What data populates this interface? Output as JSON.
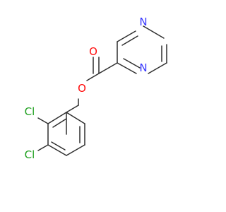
{
  "molecule": {
    "atoms": {
      "n_top": {
        "symbol": "N",
        "color": "#3939ff"
      },
      "n_ring": {
        "symbol": "N",
        "color": "#3939ff"
      },
      "o_carbonyl": {
        "symbol": "O",
        "color": "#ff0d0d"
      },
      "o_ester": {
        "symbol": "O",
        "color": "#ff0d0d"
      },
      "cl_2": {
        "symbol": "Cl",
        "color": "#1fa01f"
      },
      "cl_3": {
        "symbol": "Cl",
        "color": "#1fa01f"
      }
    },
    "bond_color": "#2e2e2e",
    "background": "#ffffff"
  }
}
